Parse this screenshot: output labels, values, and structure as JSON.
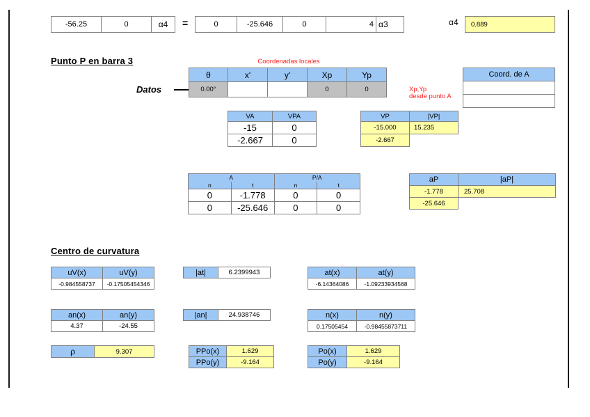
{
  "rules": {
    "color": "#1a1a1a"
  },
  "equation_row": {
    "left_matrix": [
      "-56.25",
      "0"
    ],
    "left_var": "α4",
    "equals": "=",
    "right_matrix": [
      "0",
      "-25.646",
      "0",
      "4"
    ],
    "right_var": "α3",
    "result_label": "α4",
    "result_value": "0.889"
  },
  "punto_p": {
    "heading": "Punto P en barra 3",
    "datos_label": "Datos",
    "local_coords_label": "Coordenadas locales",
    "headers": [
      "θ",
      "x'",
      "y'",
      "Xp",
      "Yp"
    ],
    "values": [
      "0.00°",
      "",
      "",
      "0",
      "0"
    ],
    "note": "Xp,Yp\ndesde punto A",
    "note_line1": "Xp,Yp",
    "note_line2": "desde punto A",
    "coord_a": {
      "header": "Coord. de A",
      "rows": [
        "",
        ""
      ]
    }
  },
  "velocity": {
    "left": {
      "headers": [
        "VA",
        "VPA"
      ],
      "rows": [
        [
          "-15",
          "0"
        ],
        [
          "-2.667",
          "0"
        ]
      ]
    },
    "right": {
      "headers": [
        "VP",
        "|VP|"
      ],
      "rows": [
        [
          "-15.000",
          "15.235"
        ],
        [
          "-2.667",
          ""
        ]
      ]
    }
  },
  "acceleration": {
    "left": {
      "group_headers": [
        "A",
        "P/A"
      ],
      "sub_headers": [
        "n",
        "t",
        "n",
        "t"
      ],
      "rows": [
        [
          "0",
          "-1.778",
          "0",
          "0"
        ],
        [
          "0",
          "-25.646",
          "0",
          "0"
        ]
      ]
    },
    "right": {
      "headers": [
        "aP",
        "|aP|"
      ],
      "rows": [
        [
          "-1.778",
          "25.708"
        ],
        [
          "-25.646",
          ""
        ]
      ]
    }
  },
  "centro_curvatura": {
    "heading": "Centro de curvatura",
    "uv": {
      "headers": [
        "uV(x)",
        "uV(y)"
      ],
      "values": [
        "-0.984558737",
        "-0.17505454346"
      ]
    },
    "at_mag": {
      "label": "|at|",
      "value": "6.2399943"
    },
    "at": {
      "headers": [
        "at(x)",
        "at(y)"
      ],
      "values": [
        "-6.14364086",
        "-1.09233934568"
      ]
    },
    "an": {
      "headers": [
        "an(x)",
        "an(y)"
      ],
      "values": [
        "4.37",
        "-24.55"
      ]
    },
    "an_mag": {
      "label": "|an|",
      "value": "24.938746"
    },
    "n": {
      "headers": [
        "n(x)",
        "n(y)"
      ],
      "values": [
        "0.17505454",
        "-0.98455873711"
      ]
    },
    "rho": {
      "label": "ρ",
      "value": "9.307"
    },
    "ppo": {
      "labels": [
        "PPo(x)",
        "PPo(y)"
      ],
      "values": [
        "1.629",
        "-9.164"
      ]
    },
    "po": {
      "labels": [
        "Po(x)",
        "Po(y)"
      ],
      "values": [
        "1.629",
        "-9.164"
      ]
    }
  },
  "colors": {
    "header_blue": "#9DC7F5",
    "highlight_yellow": "#FFFFA8",
    "input_gray": "#C0C0C0",
    "note_red": "#FF2020",
    "grid_line": "#808080"
  }
}
